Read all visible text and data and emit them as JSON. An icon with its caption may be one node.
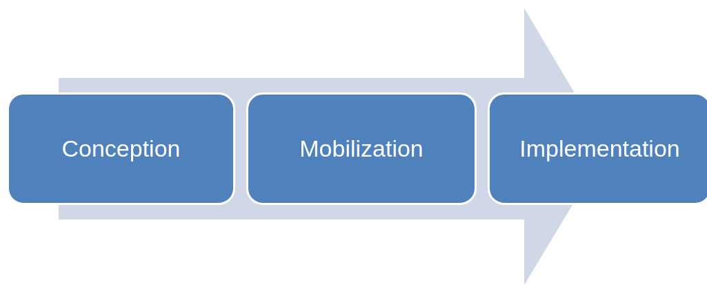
{
  "diagram": {
    "nodes": [
      {
        "text": [
          "Conception"
        ]
      },
      {
        "text": [
          "Mobilization"
        ]
      },
      {
        "text": [
          "Implementation"
        ]
      }
    ]
  }
}
